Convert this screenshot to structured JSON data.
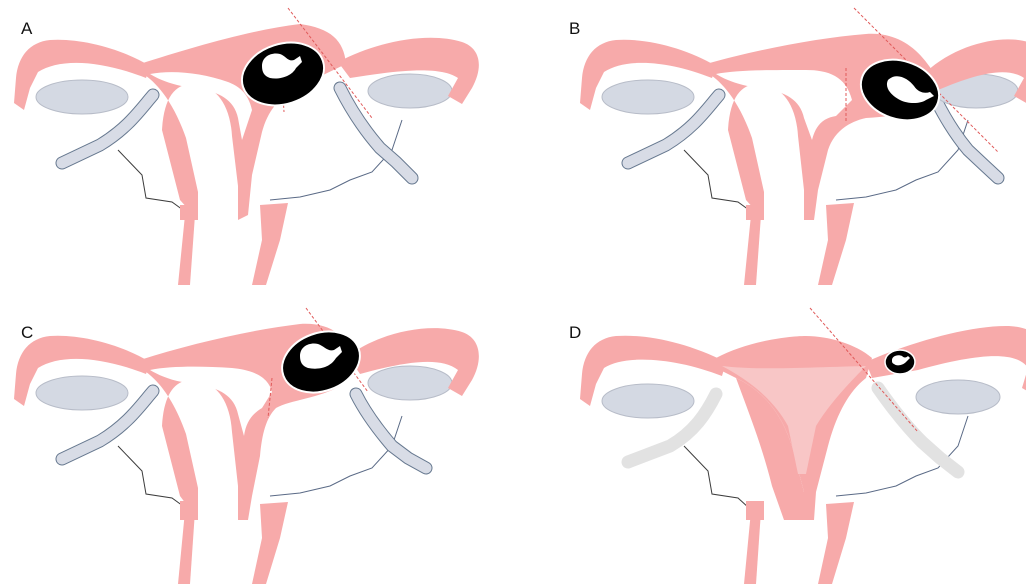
{
  "panels": [
    {
      "id": "A",
      "label": "A"
    },
    {
      "id": "B",
      "label": "B"
    },
    {
      "id": "C",
      "label": "C"
    },
    {
      "id": "D",
      "label": "D"
    }
  ],
  "colors": {
    "uterus": "#f7aaaa",
    "uterus_pale": "#f8c6c6",
    "cavity": "#ffffff",
    "ovary": "#d4d9e3",
    "ligament": "#d8dce6",
    "ligament_stroke": "#66788f",
    "ligament_pale": "#e2e2e2",
    "vessel": "#3c3c3c",
    "gestational_sac": "#000000",
    "embryo": "#ffffff",
    "dashed_line": "#e05a5a"
  }
}
